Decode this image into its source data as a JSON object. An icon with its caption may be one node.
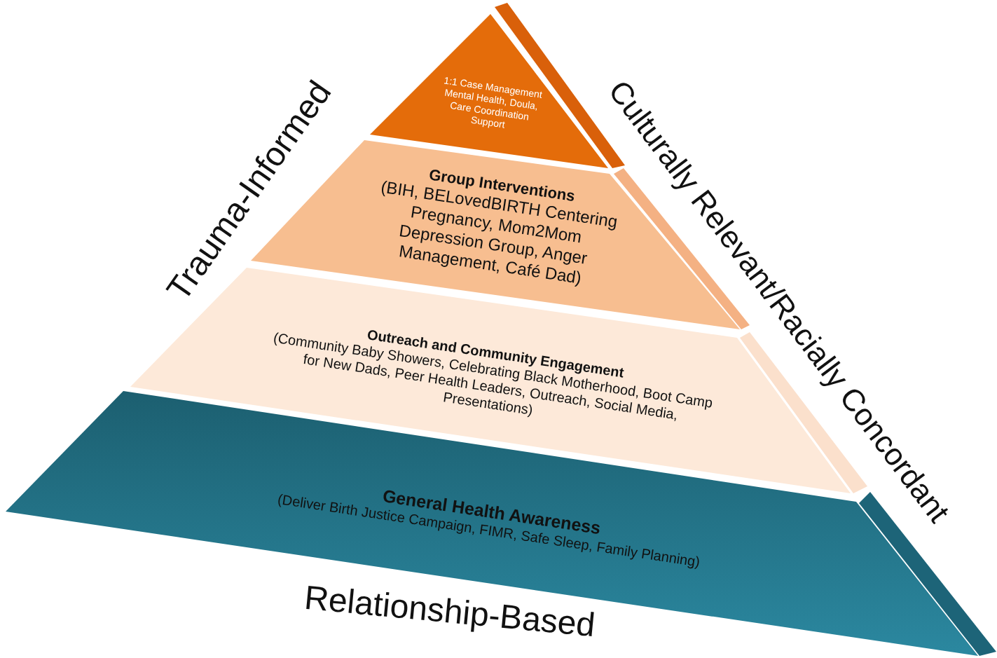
{
  "diagram": {
    "nodes": [
      {
        "text": [
          "1:1 Case Management Mental Health, Doula, Care Coordination Support"
        ]
      },
      {
        "text": [
          "Group Interventions",
          "(BIH, BELovedBIRTH Centering Pregnancy, Mom2Mom Depression Group, Anger Management, Café Dad)"
        ]
      },
      {
        "text": [
          "Outreach and Community Engagement",
          "(Community Baby Showers, Celebrating Black Motherhood, Boot Camp for New Dads, Peer Health Leaders, Outreach, Social Media, Presentations)"
        ]
      },
      {
        "text": [
          "General Health Awareness",
          "(Deliver Birth Justice Campaign, FIMR, Safe Sleep, Family Planning)"
        ]
      }
    ],
    "labels": [
      "Trauma-Informed",
      "Culturally Relevant/Racially Concordant",
      "Relationship-Based"
    ]
  }
}
